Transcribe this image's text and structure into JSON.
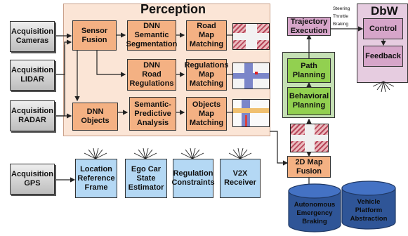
{
  "perception": {
    "title": "Perception",
    "sensor_fusion": "Sensor\nFusion",
    "dnn_semantic": "DNN\nSemantic\nSegmentation",
    "road_map": "Road\nMap\nMatching",
    "dnn_road": "DNN\nRoad\nRegulations",
    "regulations_map": "Regulations\nMap\nMatching",
    "dnn_objects": "DNN\nObjects",
    "semantic_predictive": "Semantic-\nPredictive\nAnalysis",
    "objects_map": "Objects\nMap\nMatching"
  },
  "acquisition": {
    "cameras": "Acquisition\nCameras",
    "lidar": "Acquisition\nLIDAR",
    "radar": "Acquisition\nRADAR",
    "gps": "Acquisition\nGPS"
  },
  "gps_modules": {
    "location": "Location\nReference\nFrame",
    "ego_car": "Ego Car\nState\nEstimator",
    "regulation": "Regulation\nConstraints",
    "v2x": "V2X\nReceiver"
  },
  "planning": {
    "trajectory": "Trajectory\nExecution",
    "path": "Path\nPlanning",
    "behavioral": "Behavioral\nPlanning",
    "map_fusion": "2D Map\nFusion"
  },
  "dbw": {
    "title": "DbW",
    "control": "Control",
    "feedback": "Feedback",
    "signals": [
      "Steering",
      "Throttle",
      "Braking"
    ]
  },
  "databases": {
    "aeb": "Autonomous\nEmergency\nBraking",
    "vpa": "Vehicle\nPlatform\nAbstraction"
  },
  "colors": {
    "perception_panel": "#fbe5d6",
    "orange_box": "#f4b183",
    "blue_box": "#b4d8f4",
    "planning_panel": "#c5e0b4",
    "green_box": "#92d050",
    "dbw_panel": "#e6cce0",
    "purple_box": "#d6a5c9",
    "database": "#2f5597"
  }
}
